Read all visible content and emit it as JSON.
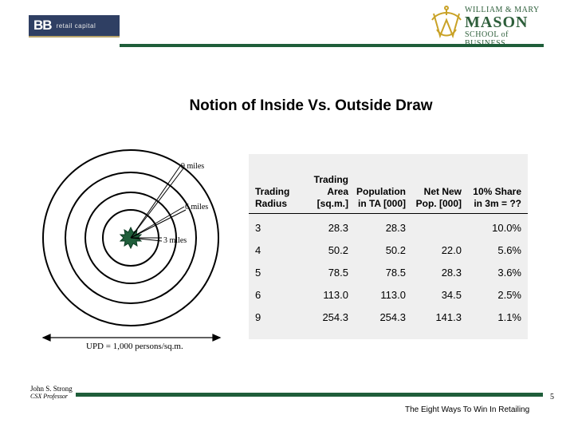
{
  "header": {
    "bb_logo": "BB",
    "bb_tagline": "retail capital",
    "wm_line1": "WILLIAM & MARY",
    "wm_line2": "MASON",
    "wm_line3": "SCHOOL of BUSINESS"
  },
  "slide": {
    "title": "Notion of Inside Vs. Outside Draw"
  },
  "diagram": {
    "label_9": "9 miles",
    "label_6": "6 miles",
    "label_3": "3 miles",
    "upd": "UPD = 1,000 persons/sq.m."
  },
  "table": {
    "headers": [
      [
        "Trading",
        "Radius"
      ],
      [
        "Trading",
        "Area [sq.m.]"
      ],
      [
        "Population",
        "in TA [000]"
      ],
      [
        "Net New",
        "Pop. [000]"
      ],
      [
        "10% Share",
        "in 3m = ??"
      ]
    ],
    "rows": [
      [
        "3",
        "28.3",
        "28.3",
        "",
        "10.0%"
      ],
      [
        "4",
        "50.2",
        "50.2",
        "22.0",
        "5.6%"
      ],
      [
        "5",
        "78.5",
        "78.5",
        "28.3",
        "3.6%"
      ],
      [
        "6",
        "113.0",
        "113.0",
        "34.5",
        "2.5%"
      ],
      [
        "9",
        "254.3",
        "254.3",
        "141.3",
        "1.1%"
      ]
    ]
  },
  "footer": {
    "author": "John S. Strong",
    "author_title": "CSX Professor",
    "page_number": "5",
    "caption": "The Eight Ways To Win In Retailing"
  },
  "colors": {
    "brand_green": "#1f5e3a",
    "bb_navy": "#2f3f63",
    "gold": "#c9a227"
  }
}
